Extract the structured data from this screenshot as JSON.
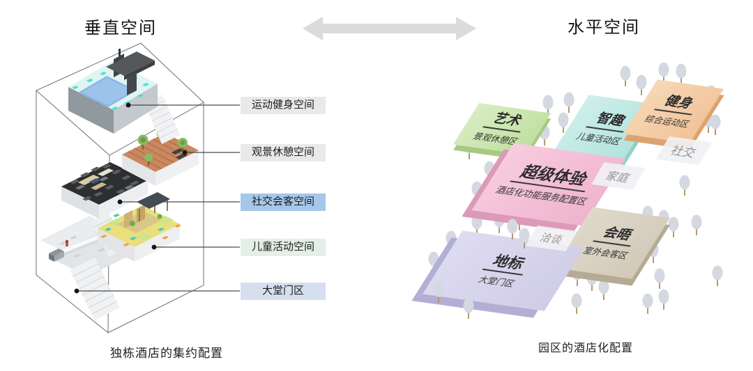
{
  "left_panel": {
    "title": "垂直空间",
    "caption": "独栋酒店的集约配置",
    "labels": [
      {
        "text": "运动健身空间",
        "bg": "#e9e9e9",
        "highlight": false
      },
      {
        "text": "观景休憩空间",
        "bg": "#e9e9e9",
        "highlight": false
      },
      {
        "text": "社交会客空间",
        "bg": "#a5c7e9",
        "highlight": true
      },
      {
        "text": "儿童活动空间",
        "bg": "#e3efe8",
        "highlight": false
      },
      {
        "text": "大堂门区",
        "bg": "#d5dfee",
        "highlight": false
      }
    ]
  },
  "right_panel": {
    "title": "水平空间",
    "caption": "园区的酒店化配置",
    "zones": [
      {
        "title": "艺术",
        "subtitle": "景观休憩区",
        "color": "#c9e5ae"
      },
      {
        "title": "智趣",
        "subtitle": "儿童活动区",
        "color": "#bce6e2"
      },
      {
        "title": "健身",
        "subtitle": "综合运动区",
        "color": "#f2c9a1"
      },
      {
        "title": "超级体验",
        "subtitle": "酒店化功能服务配置区",
        "color": "#f2bcd2"
      },
      {
        "title": "会晤",
        "subtitle": "室外会客区",
        "color": "#d8d0c0"
      },
      {
        "title": "地标",
        "subtitle": "大堂门区",
        "color": "#d6d3eb"
      }
    ],
    "tags": [
      {
        "text": "社交"
      },
      {
        "text": "家庭"
      },
      {
        "text": "洽谈"
      }
    ]
  },
  "colors": {
    "arrow": "#dbdbdb",
    "tree": "#d4d8e1",
    "tree_trunk": "#b69a68",
    "leader_line": "#4a4a4a",
    "wireframe": "#6e6e6e",
    "pool_water": "#8bb6e6",
    "pool_deck": "#dff5f2",
    "wood_deck": "#c9885f",
    "social_floor": "#2c2e30",
    "kids_floor": "#e9df7d"
  }
}
